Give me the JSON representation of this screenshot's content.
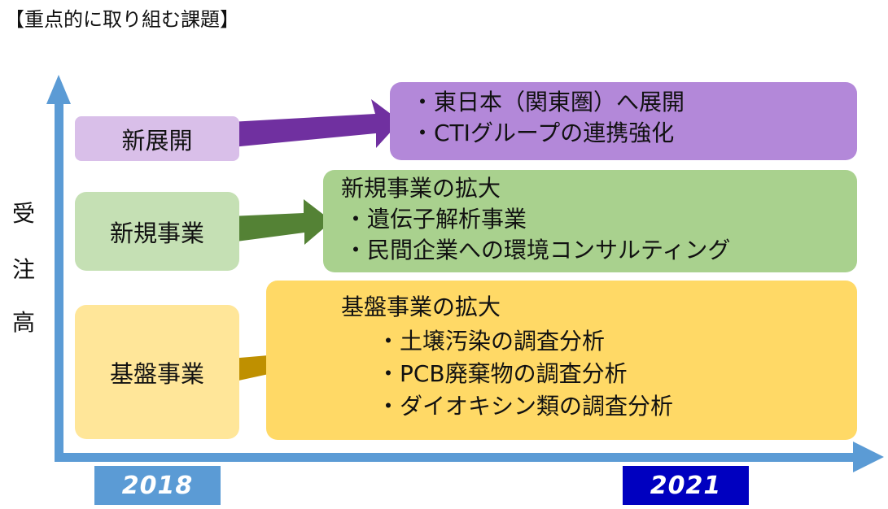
{
  "title": "【重点的に取り組む課題】",
  "y_axis_label": [
    "受",
    "注",
    "高"
  ],
  "colors": {
    "axis": "#5b9bd5",
    "purple_light": "#d9bfe9",
    "purple_box": "#b388d9",
    "purple_arrow": "#7030a0",
    "green_light": "#c5e0b4",
    "green_box": "#a9d18e",
    "green_arrow": "#548235",
    "yellow_light": "#ffe699",
    "yellow_box": "#ffd966",
    "yellow_arrow": "#bf9000",
    "year_start_bg": "#5b9bd5",
    "year_end_bg": "#0000c0"
  },
  "rows": [
    {
      "category": "新展開",
      "lines": [
        "・東日本（関東圏）へ展開",
        "・CTIグループの連携強化"
      ]
    },
    {
      "category": "新規事業",
      "lines": [
        "新規事業の拡大",
        "・遺伝子解析事業",
        "・民間企業への環境コンサルティング"
      ]
    },
    {
      "category": "基盤事業",
      "lines": [
        "基盤事業の拡大",
        "・土壌汚染の調査分析",
        "・PCB廃棄物の調査分析",
        "・ダイオキシン類の調査分析"
      ]
    }
  ],
  "years": {
    "start": "2018",
    "end": "2021"
  }
}
